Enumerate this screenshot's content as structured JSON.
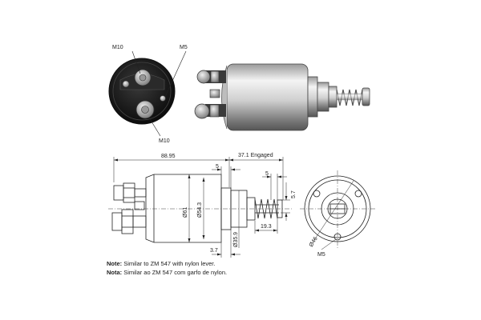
{
  "photo_end": {
    "callouts": {
      "m10_top": "M10",
      "m5": "M5",
      "m10_bottom": "M10"
    }
  },
  "dimensions": {
    "overall_length": "88.95",
    "engaged_length": "37.1 Engaged",
    "flange_gap": "5",
    "plunger_gap": "5",
    "offset_vertical": "5.7",
    "plunger_tip": "19.3",
    "body_dia": "Ø61",
    "inner_dia": "Ø54.3",
    "nose_dia": "Ø35.9",
    "flange_thickness": "3.7",
    "bolt_circle": "Ø46",
    "end_thread": "M5"
  },
  "notes": [
    {
      "label": "Note:",
      "text": "Similar to ZM 547 with nylon lever."
    },
    {
      "label": "Nota:",
      "text": "Similar ao ZM 547 com garfo de nylon."
    }
  ],
  "colors": {
    "line": "#222222",
    "metal_light": "#e8e8e8",
    "metal_dark": "#6e6e6e"
  }
}
